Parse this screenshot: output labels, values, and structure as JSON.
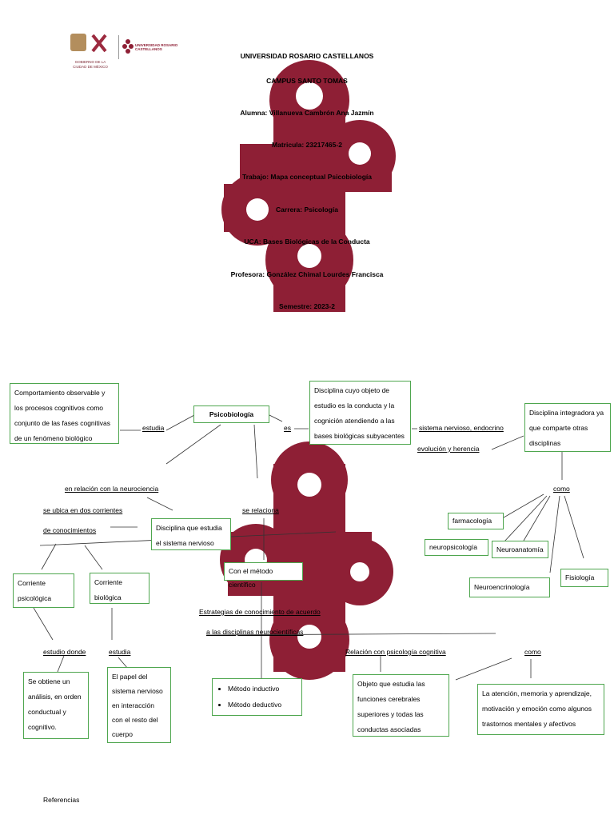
{
  "logos": {
    "gov_text": "GOBIERNO DE LA CIUDAD DE MÉXICO",
    "uni_text": "UNIVERSIDAD ROSARIO CASTELLANOS"
  },
  "cover": {
    "university": "UNIVERSIDAD ROSARIO CASTELLANOS",
    "campus": "CAMPUS SANTO TOMAS",
    "student": "Alumna: Villanueva Cambrón Ana Jazmín",
    "enrollment": "Matricula: 23217465-2",
    "work": "Trabajo: Mapa conceptual Psicobiología",
    "career": "Carrera: Psicología",
    "uca": "UCA: Bases Biológicas de la Conducta",
    "teacher": "Profesora: González Chimal Lourdes Francisca",
    "semester": "Semestre: 2023-2"
  },
  "map": {
    "center": "Psicobiología",
    "behaviour_box": "Comportamiento observable y los procesos cognitivos como conjunto de las fases cognitivas de un fenómeno biológico",
    "estudia_1": "estudia",
    "es": "es",
    "definition_box": "Disciplina cuyo objeto de estudio es la conducta y la cognición atendiendo a las bases biológicas subyacentes",
    "sistema_label": "sistema nervioso, endocrino",
    "evolucion_label": "evolución y herencia",
    "integradora_box": "Disciplina integradora ya que comparte otras disciplinas",
    "como_1": "como",
    "disciplines": [
      "farmacología",
      "neuropsicología",
      "Neuroanatomía",
      "Neuroencrinología",
      "Fisiología"
    ],
    "neurociencia_label": "en relación con la neurociencia",
    "ubica_label": "se ubica en dos corrientes",
    "conocimientos_label": "de conocimientos",
    "estudia_sn_box": "Disciplina que estudia el sistema nervioso",
    "relaciona_label": "se relaciona",
    "metodo_box": "Con el método científico",
    "corriente_psi": "Corriente psicológica",
    "corriente_bio": "Corriente biológica",
    "estrategias_1": "Estrategias de conocimiento de acuerdo",
    "estrategias_2": "a las disciplinas neurocientíficas",
    "estudio_donde": "estudio donde",
    "estudia_2": "estudia",
    "analisis_box": "Se obtiene un análisis, en orden conductual y cognitivo.",
    "papel_box": "El papel del sistema nervioso en interacción con el resto del cuerpo",
    "metodos": [
      "Método inductivo",
      "Método deductivo"
    ],
    "relacion_cog": "Relación con psicología cognitiva",
    "objeto_box": "Objeto que estudia las funciones cerebrales superiores y todas las conductas asociadas",
    "como_2": "como",
    "atencion_box": "La atención, memoria y aprendizaje, motivación y emoción como algunos trastornos mentales y afectivos"
  },
  "footer": {
    "references": "Referencias"
  },
  "colors": {
    "watermark": "#8e1f35",
    "box_border": "#4ea64e"
  }
}
